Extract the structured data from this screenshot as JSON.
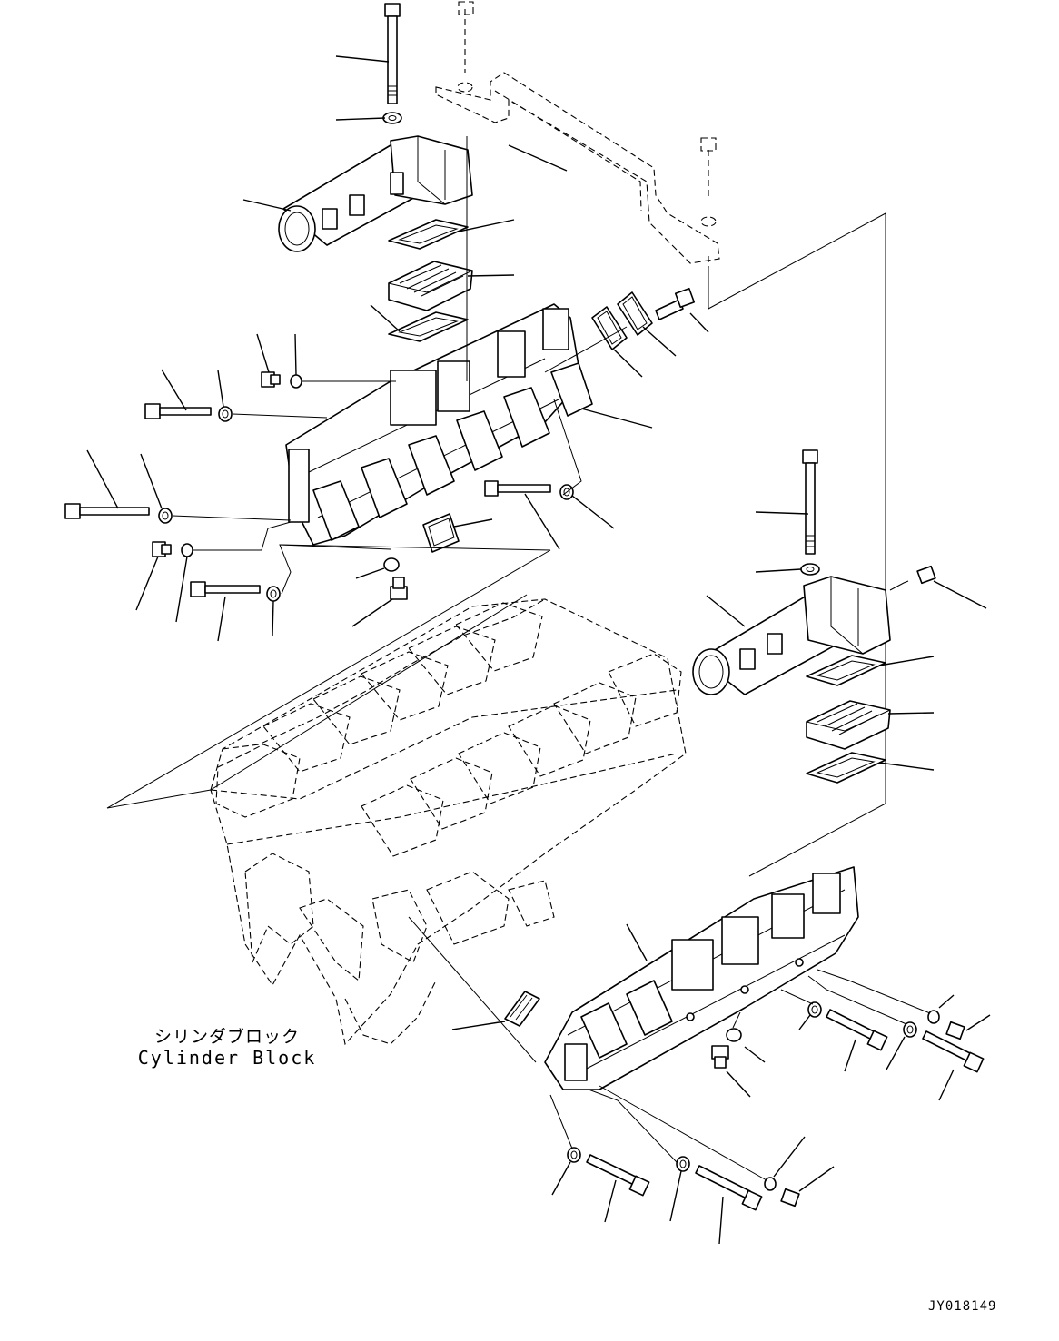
{
  "caption": {
    "japanese": "シリンダブロック",
    "english": "Cylinder Block"
  },
  "drawing_number": "JY018149",
  "colors": {
    "line": "#000000",
    "background": "#ffffff"
  },
  "parts": [
    "long-bolt",
    "washer",
    "intake-connector",
    "gasket",
    "heater-element",
    "intake-manifold",
    "short-bolt",
    "plug",
    "o-ring",
    "cylinder-block",
    "bracket-pipe",
    "reference-mark"
  ]
}
